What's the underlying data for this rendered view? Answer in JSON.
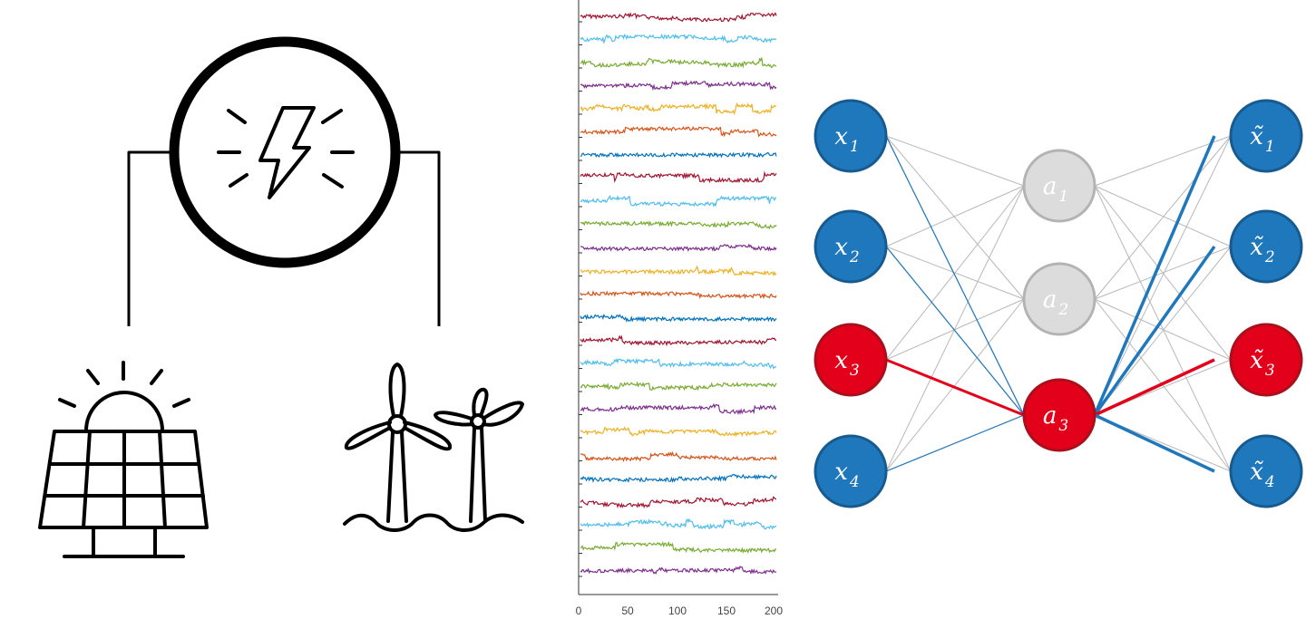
{
  "panels": {
    "power_system": {
      "icons": [
        "lightning-bolt-icon",
        "solar-panel-icon",
        "wind-turbine-icon"
      ]
    },
    "time_series": {
      "x_ticks": [
        "0",
        "50",
        "100",
        "150",
        "200"
      ],
      "series_colors": [
        "#a2142f",
        "#4dbeee",
        "#77ac30",
        "#7e2f8e",
        "#edb120",
        "#d95319",
        "#0072bd"
      ]
    },
    "autoencoder": {
      "input_nodes": [
        {
          "name": "x",
          "sub": "1",
          "state": "normal"
        },
        {
          "name": "x",
          "sub": "2",
          "state": "normal"
        },
        {
          "name": "x",
          "sub": "3",
          "state": "anomaly"
        },
        {
          "name": "x",
          "sub": "4",
          "state": "normal"
        }
      ],
      "hidden_nodes": [
        {
          "name": "a",
          "sub": "1",
          "state": "inactive"
        },
        {
          "name": "a",
          "sub": "2",
          "state": "inactive"
        },
        {
          "name": "a",
          "sub": "3",
          "state": "anomaly"
        }
      ],
      "output_nodes": [
        {
          "name": "x̃",
          "sub": "1",
          "state": "normal"
        },
        {
          "name": "x̃",
          "sub": "2",
          "state": "normal"
        },
        {
          "name": "x̃",
          "sub": "3",
          "state": "anomaly"
        },
        {
          "name": "x̃",
          "sub": "4",
          "state": "normal"
        }
      ],
      "colors": {
        "normal": "#1f77bc",
        "normal_border": "#165a8f",
        "anomaly": "#e2001a",
        "anomaly_border": "#a8101c",
        "inactive": "#dcdcdc",
        "inactive_border": "#b3b3b3",
        "edge": "#b8b8b8"
      }
    }
  }
}
